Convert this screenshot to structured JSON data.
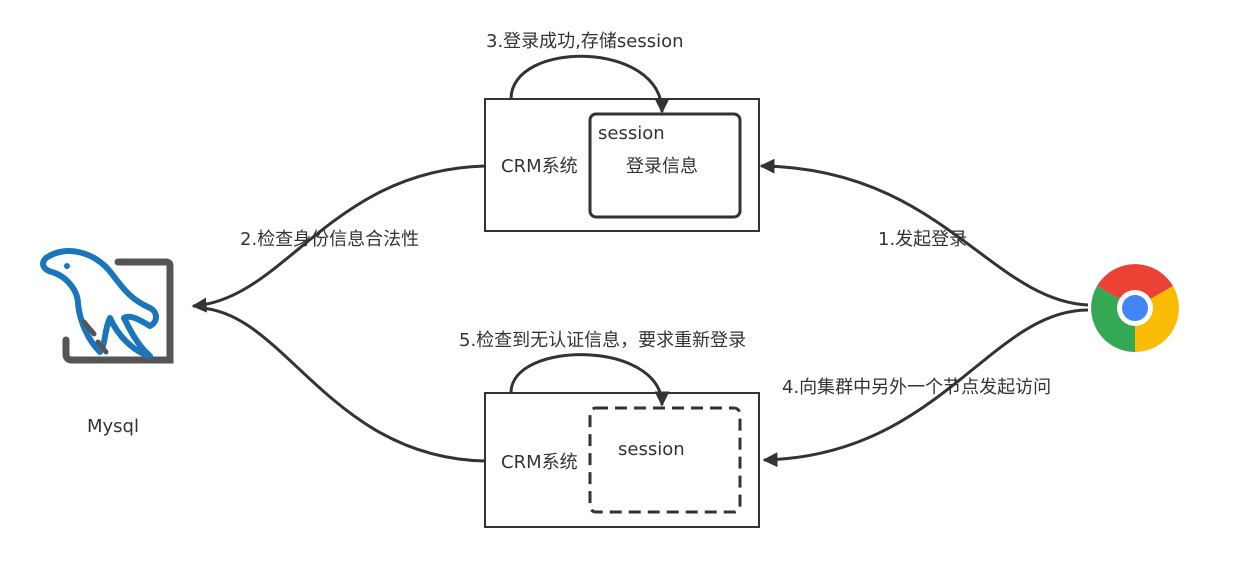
{
  "nodes": {
    "crm_top": {
      "title": "CRM系统",
      "inner_title": "session",
      "inner_content": "登录信息"
    },
    "crm_bottom": {
      "title": "CRM系统",
      "inner_title": "session"
    },
    "mysql": {
      "label": "Mysql",
      "icon": "mysql-dolphin-icon"
    },
    "browser": {
      "icon": "chrome-icon"
    }
  },
  "edges": {
    "step1": "1.发起登录",
    "step2": "2.检查身份信息合法性",
    "step3": "3.登录成功,存储session",
    "step4": "4.向集群中另外一个节点发起访问",
    "step5": "5.检查到无认证信息，要求重新登录"
  },
  "colors": {
    "line": "#333333",
    "mysql_blue": "#1b75bb",
    "mysql_gray": "#555555",
    "chrome_red": "#ea4335",
    "chrome_green": "#34a853",
    "chrome_yellow": "#fbbc05",
    "chrome_blue": "#4285f4"
  }
}
